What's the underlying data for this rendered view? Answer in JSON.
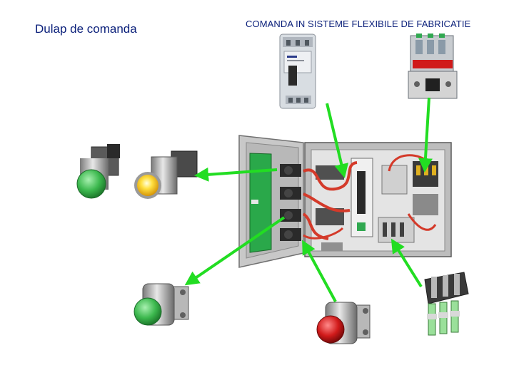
{
  "slide": {
    "left_title": "Dulap de comanda",
    "right_title": "COMANDA IN SISTEME FLEXIBILE DE FABRICATIE"
  },
  "colors": {
    "title": "#0a1f7a",
    "arrow": "#22dd22",
    "cabinet_panel": "#c8c8c8",
    "door_inner": "#2aa84a",
    "wire": "#d43a2a"
  },
  "components": [
    {
      "name": "circuit-breaker"
    },
    {
      "name": "contactor"
    },
    {
      "name": "green-pilot-light"
    },
    {
      "name": "yellow-illuminated-button"
    },
    {
      "name": "green-push-button"
    },
    {
      "name": "red-push-button"
    },
    {
      "name": "fuse-block"
    }
  ]
}
